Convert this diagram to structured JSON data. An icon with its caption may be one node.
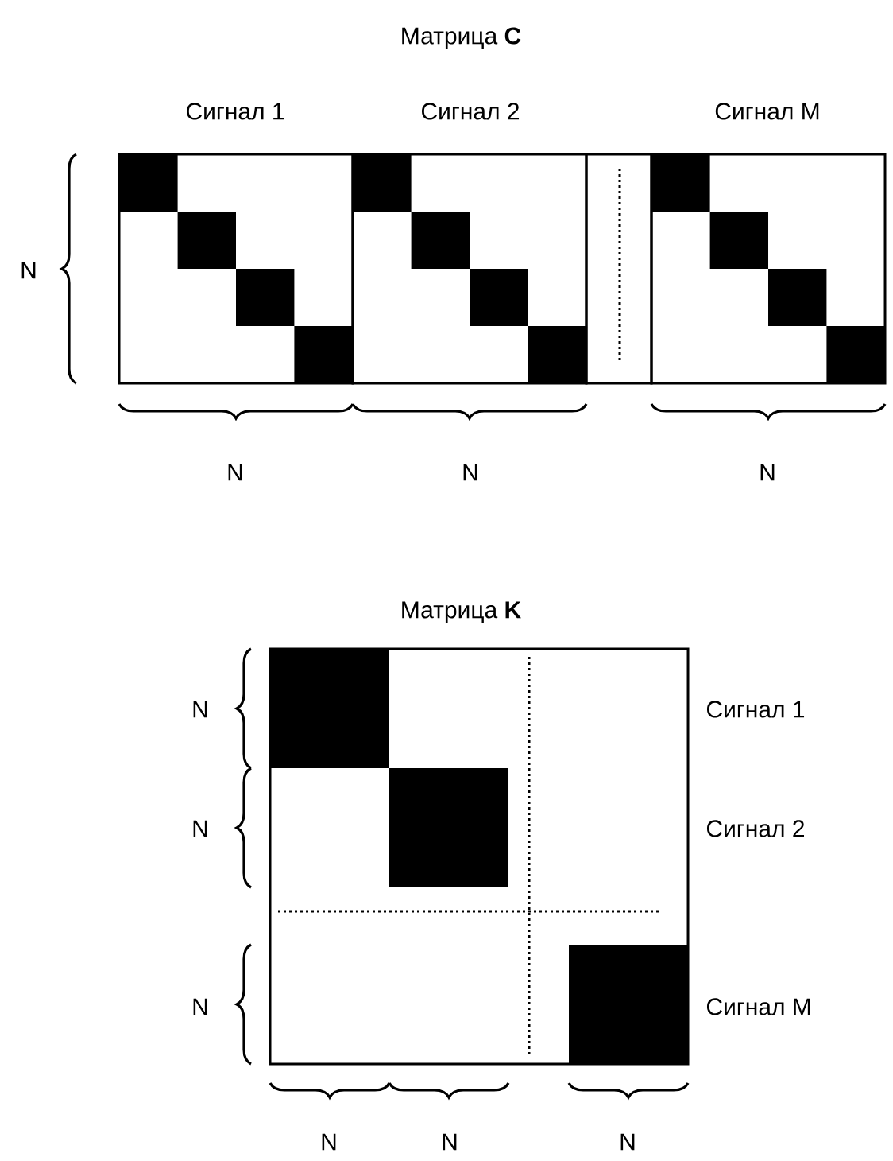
{
  "diagram": {
    "labels": [
      "Матрица **C**",
      "Сигнал 1",
      "Сигнал 2",
      "Сигнал M",
      "N",
      "N",
      "N",
      "N",
      "Матрица **K**",
      "N",
      "Сигнал 1",
      "N",
      "Сигнал 2",
      "N",
      "Сигнал M",
      "N",
      "N",
      "N"
    ]
  }
}
